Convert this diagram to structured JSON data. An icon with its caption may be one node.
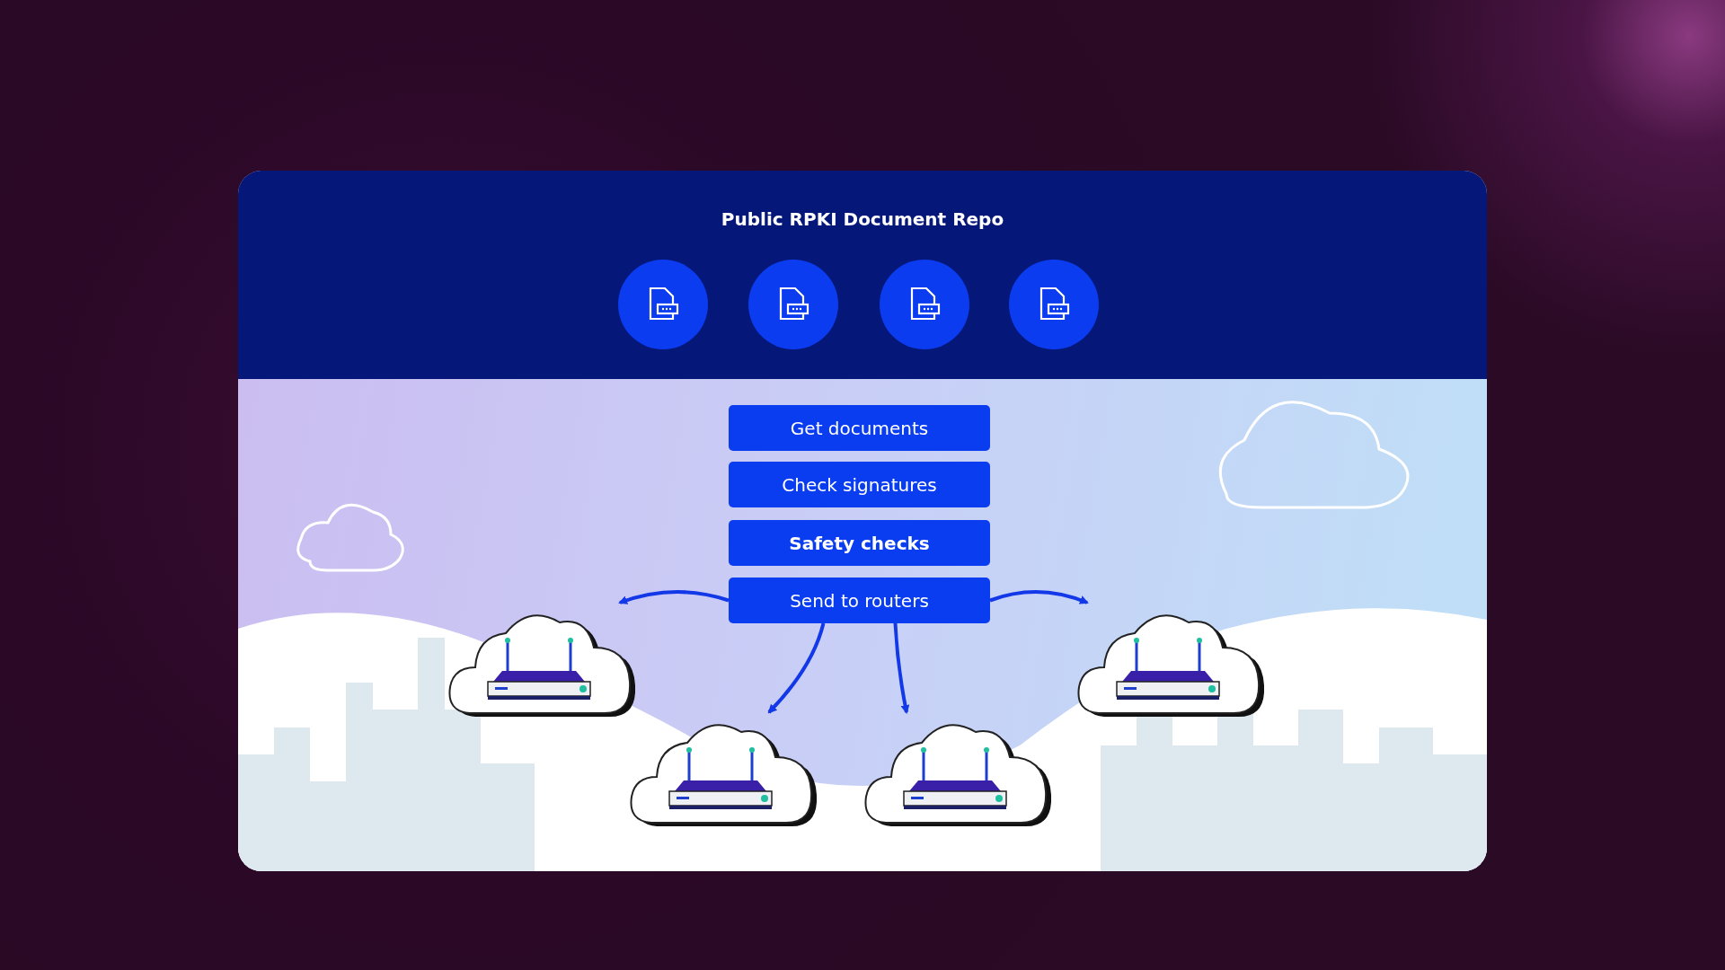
{
  "diagram": {
    "nodes": [
      {
        "text": [
          "Public RPKI Document Repo"
        ]
      },
      {
        "text": [],
        "shape": "circle",
        "in": 0
      },
      {
        "text": [],
        "shape": "circle",
        "in": 0
      },
      {
        "text": [],
        "shape": "circle",
        "in": 0
      },
      {
        "text": [],
        "shape": "circle",
        "in": 0
      },
      {
        "text": [
          "Get documents"
        ]
      },
      {
        "text": [
          "Check signatures"
        ]
      },
      {
        "text": [
          "Safety checks"
        ]
      },
      {
        "text": [
          "Send to routers"
        ]
      },
      {
        "text": [],
        "shape": "cloud"
      },
      {
        "text": [],
        "shape": "cloud"
      },
      {
        "text": [],
        "shape": "cloud"
      },
      {
        "text": [],
        "shape": "cloud"
      }
    ],
    "edges": [
      {
        "from": 8,
        "to": 9,
        "arrow": "to"
      },
      {
        "from": 8,
        "to": 10,
        "arrow": "to"
      },
      {
        "from": 8,
        "to": 11,
        "arrow": "to"
      },
      {
        "from": 8,
        "to": 12,
        "arrow": "to"
      }
    ]
  }
}
